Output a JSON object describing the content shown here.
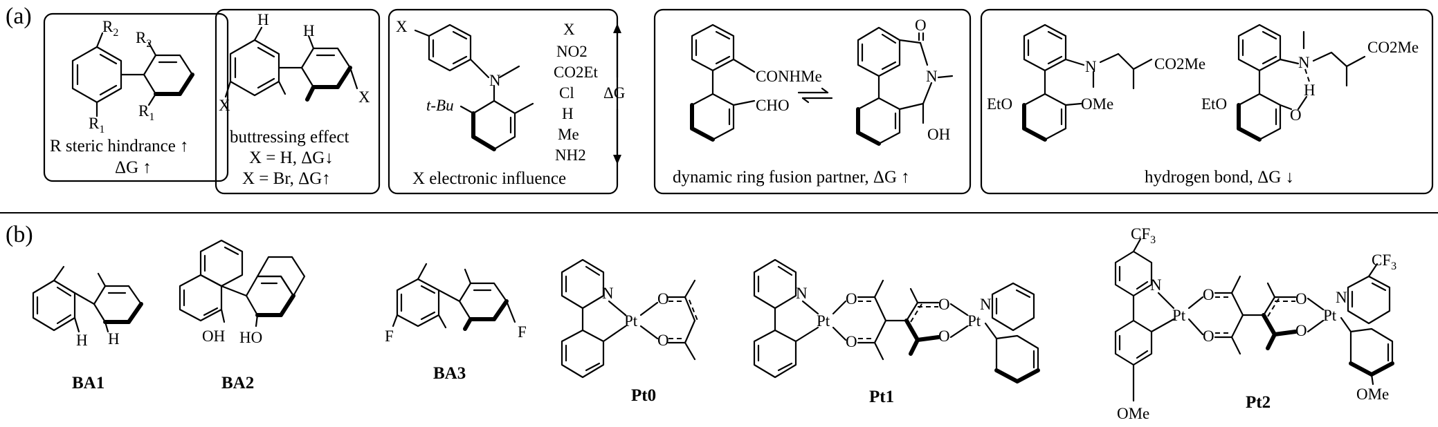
{
  "panels": {
    "a": "(a)",
    "b": "(b)"
  },
  "boxes": {
    "steric": {
      "r2_top": "R",
      "r2_top_sub": "2",
      "r2_right": "R",
      "r2_right_sub": "2",
      "r1_left": "R",
      "r1_left_sub": "1",
      "r1_right": "R",
      "r1_right_sub": "1",
      "line1": "R steric hindrance",
      "line2": "ΔG",
      "arrow1": "↑",
      "arrow2": "↑"
    },
    "buttressing": {
      "h1": "H",
      "h2": "H",
      "x1": "X",
      "x2": "X",
      "line1": "buttressing effect",
      "line2": "X = H, ΔG",
      "line3": "X = Br, ΔG",
      "arrow2": "↓",
      "arrow3": "↑"
    },
    "electronic": {
      "x_label": "X",
      "n": "N",
      "tbu": "t-Bu",
      "list": [
        "X",
        "NO2",
        "CO2Et",
        "Cl",
        "H",
        "Me",
        "NH2"
      ],
      "dg": "ΔG",
      "caption": "X electronic influence"
    },
    "ring_fusion": {
      "conhme": "CONHMe",
      "cho": "CHO",
      "o": "O",
      "n": "N",
      "oh": "OH",
      "caption": "dynamic ring fusion partner, ΔG",
      "arrow": "↑"
    },
    "hbond": {
      "n1": "N",
      "co2me1": "CO2Me",
      "eto1": "EtO",
      "ome": "OMe",
      "n2": "N",
      "co2me2": "CO2Me",
      "eto2": "EtO",
      "o": "O",
      "h": "H",
      "caption": "hydrogen bond, ΔG",
      "arrow": "↓"
    }
  },
  "compounds": {
    "ba1": {
      "name": "BA1",
      "h1": "H",
      "h2": "H"
    },
    "ba2": {
      "name": "BA2",
      "oh1": "OH",
      "oh2": "HO"
    },
    "ba3": {
      "name": "BA3",
      "f1": "F",
      "f2": "F"
    },
    "pt0": {
      "name": "Pt0",
      "n": "N",
      "pt": "Pt",
      "o1": "O",
      "o2": "O"
    },
    "pt1": {
      "name": "Pt1",
      "n1": "N",
      "pt1": "Pt",
      "o1": "O",
      "o2": "O",
      "o3": "O",
      "o4": "O",
      "pt2": "Pt",
      "n2": "N"
    },
    "pt2": {
      "name": "Pt2",
      "cf3_1": "CF",
      "cf3_1_sub": "3",
      "n1": "N",
      "pt1": "Pt",
      "o1": "O",
      "o2": "O",
      "o3": "O",
      "o4": "O",
      "pt2": "Pt",
      "n2": "N",
      "cf3_2": "CF",
      "cf3_2_sub": "3",
      "ome1": "OMe",
      "ome2": "OMe"
    }
  }
}
